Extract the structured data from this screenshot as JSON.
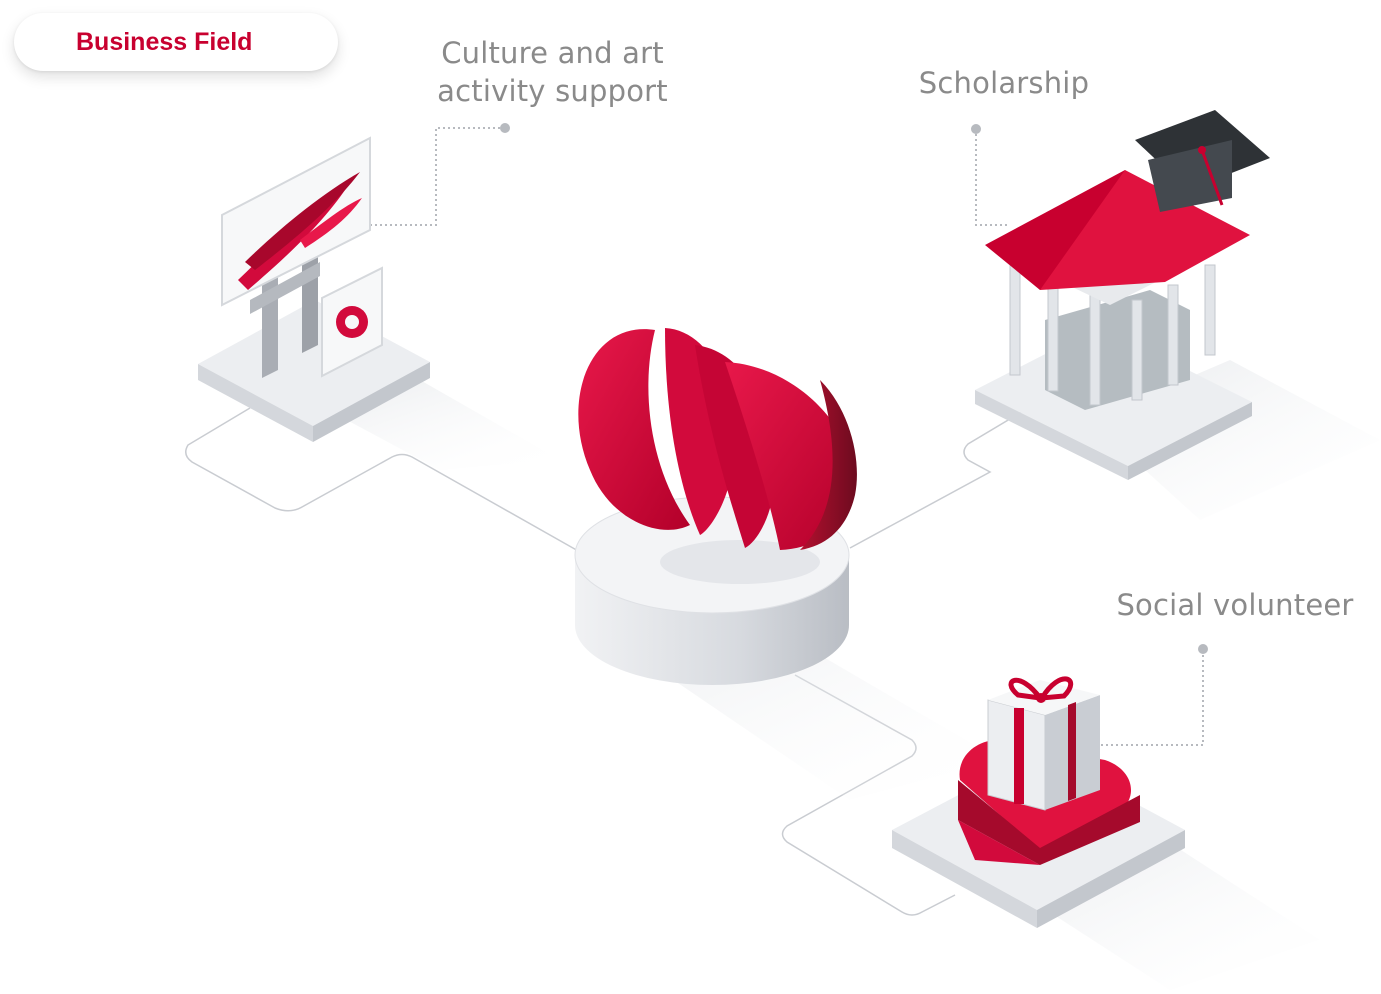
{
  "header": {
    "badge": "Business Field"
  },
  "fields": {
    "culture": {
      "line1": "Culture and art",
      "line2": "activity support"
    },
    "scholarship": {
      "label": "Scholarship"
    },
    "social": {
      "label": "Social volunteer"
    }
  },
  "colors": {
    "brand_red": "#c8002f",
    "dark_red": "#7a0f24",
    "label_grey": "#8a8a8a",
    "platform_grey": "#e9ebee"
  },
  "icons": {
    "center": "brand-logo-icon",
    "culture": "billboard-icon",
    "scholarship": "university-icon",
    "social": "gift-heart-icon"
  }
}
